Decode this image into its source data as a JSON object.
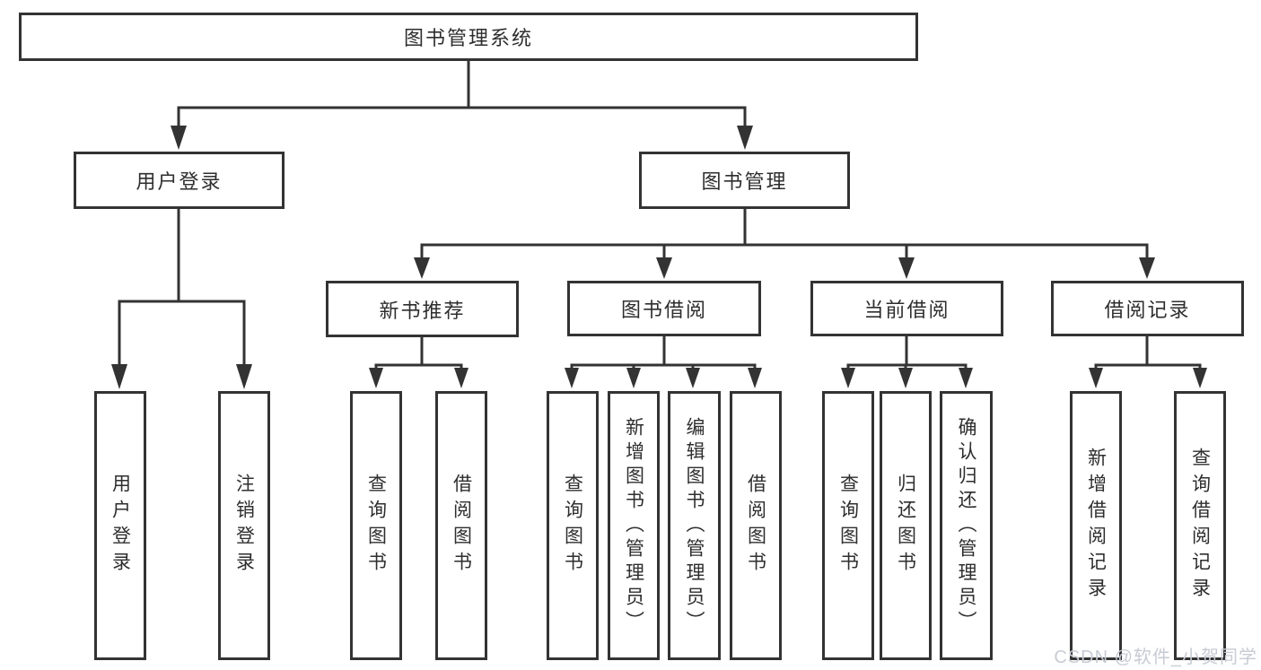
{
  "diagram": {
    "root": {
      "label": "图书管理系统"
    },
    "branches": [
      {
        "label": "用户登录",
        "leaves": [
          {
            "label": "用户登录"
          },
          {
            "label": "注销登录"
          }
        ]
      },
      {
        "label": "图书管理",
        "sections": [
          {
            "label": "新书推荐",
            "leaves": [
              {
                "label": "查询图书"
              },
              {
                "label": "借阅图书"
              }
            ]
          },
          {
            "label": "图书借阅",
            "leaves": [
              {
                "label": "查询图书"
              },
              {
                "label": "新增图书（管理员）"
              },
              {
                "label": "编辑图书（管理员）"
              },
              {
                "label": "借阅图书"
              }
            ]
          },
          {
            "label": "当前借阅",
            "leaves": [
              {
                "label": "查询图书"
              },
              {
                "label": "归还图书"
              },
              {
                "label": "确认归还（管理员）"
              }
            ]
          },
          {
            "label": "借阅记录",
            "leaves": [
              {
                "label": "新增借阅记录"
              },
              {
                "label": "查询借阅记录"
              }
            ]
          }
        ]
      }
    ]
  },
  "watermark": {
    "text": "CSDN @软件_小贺同学"
  },
  "colors": {
    "line": "#333333",
    "text": "#2e2e2e",
    "background": "#ffffff",
    "watermark": "#c7cbd4"
  }
}
